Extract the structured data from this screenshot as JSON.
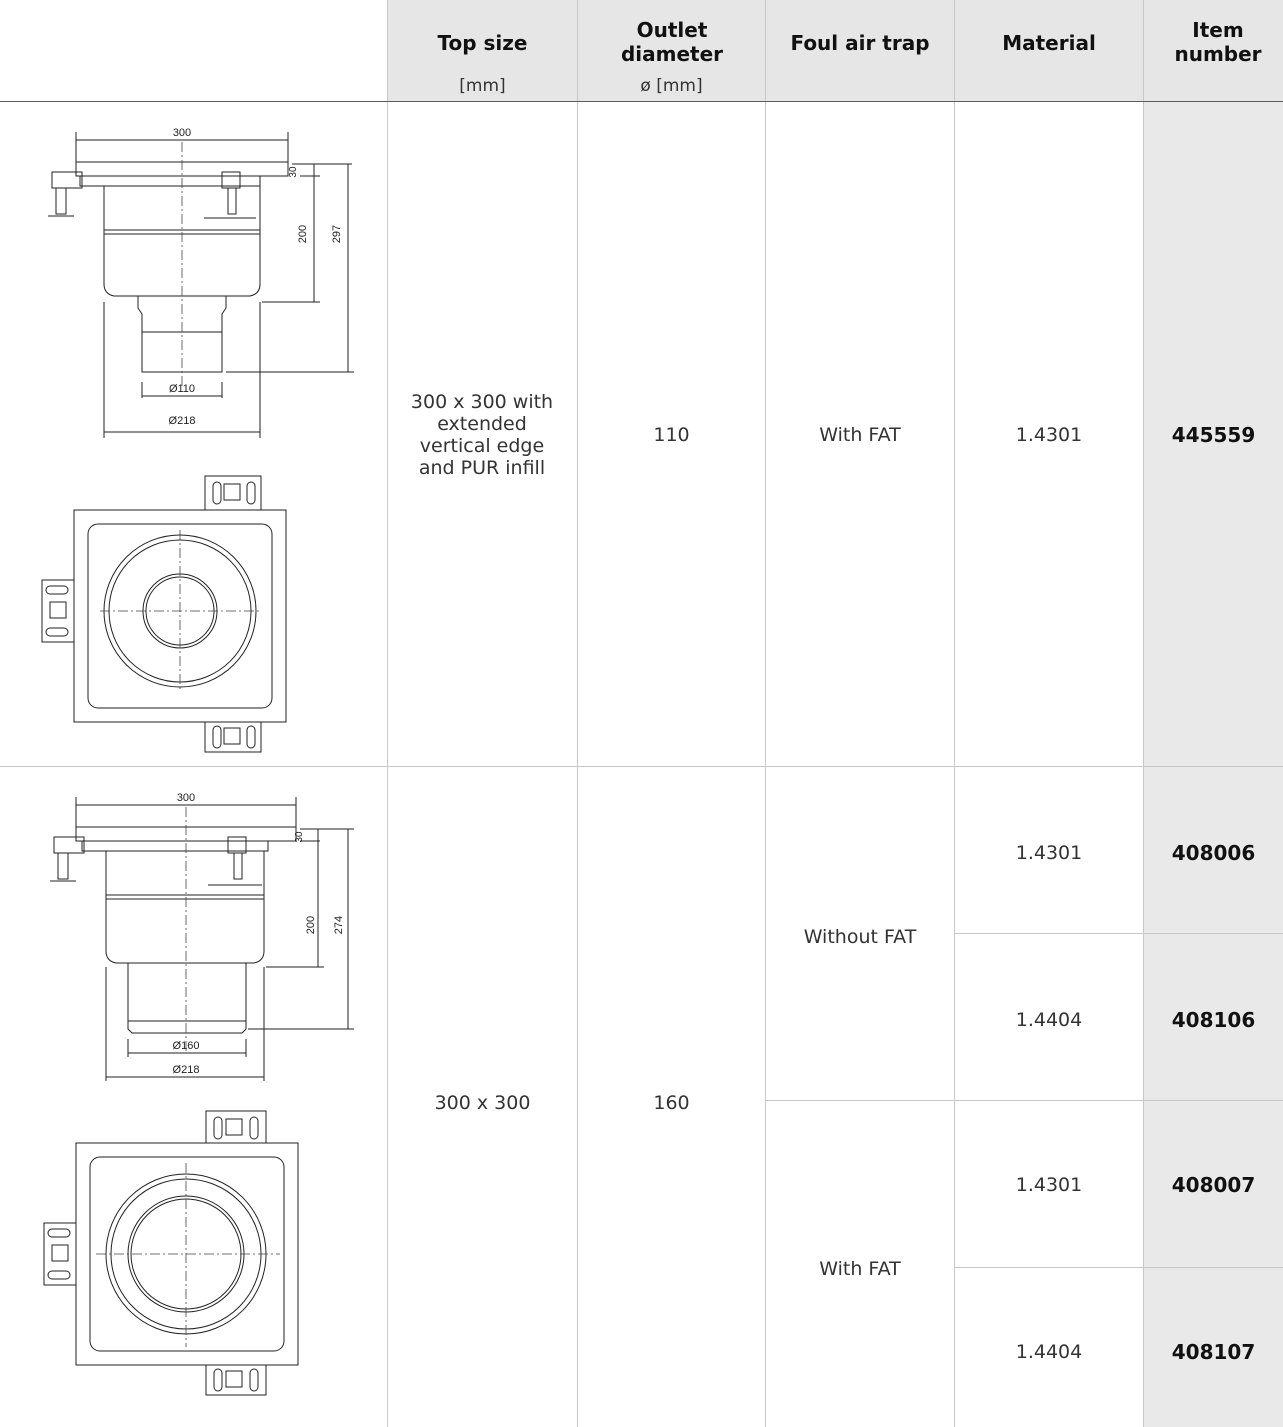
{
  "header": {
    "top_size": "Top size",
    "top_size_unit": "[mm]",
    "outlet_diameter": "Outlet diameter",
    "outlet_diameter_unit": "ø [mm]",
    "foul_air_trap": "Foul air trap",
    "material": "Material",
    "item_number": "Item number"
  },
  "row1": {
    "drawing": {
      "top_width": "300",
      "flange_height": "30",
      "body_height": "200",
      "total_height": "297",
      "outlet_diameter": "Ø110",
      "body_diameter": "Ø218"
    },
    "top_size": "300 x 300 with extended vertical edge and PUR infill",
    "outlet_diameter": "110",
    "foul_air_trap": "With FAT",
    "material": "1.4301",
    "item_number": "445559"
  },
  "row2": {
    "drawing": {
      "top_width": "300",
      "flange_height": "30",
      "body_height": "200",
      "total_height": "274",
      "outlet_diameter": "Ø160",
      "body_diameter": "Ø218"
    },
    "top_size": "300 x 300",
    "outlet_diameter": "160",
    "variants": [
      {
        "foul_air_trap": "Without FAT",
        "material": "1.4301",
        "item_number": "408006"
      },
      {
        "foul_air_trap": "Without FAT",
        "material": "1.4404",
        "item_number": "408106"
      },
      {
        "foul_air_trap": "With FAT",
        "material": "1.4301",
        "item_number": "408007"
      },
      {
        "foul_air_trap": "With FAT",
        "material": "1.4404",
        "item_number": "408107"
      }
    ],
    "fat_groups": [
      "Without FAT",
      "With FAT"
    ]
  },
  "colors": {
    "header_bg": "#e6e6e6",
    "item_bg": "#e9e9ea",
    "accent_line": "#d9262e",
    "grid": "#c8c8c8"
  }
}
